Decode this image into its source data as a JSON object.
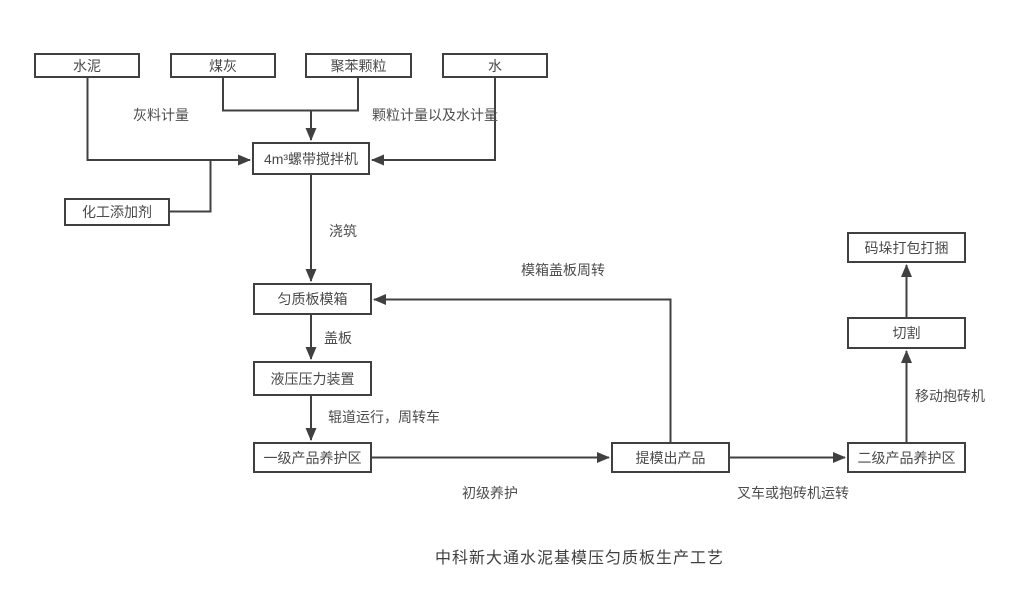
{
  "diagram": {
    "title": "中科新大通水泥基模压匀质板生产工艺",
    "colors": {
      "line": "#404040",
      "text": "#4a4a4a",
      "box_background": "#ffffff"
    },
    "nodes": {
      "cement": {
        "label": "水泥"
      },
      "coal_ash": {
        "label": "煤灰"
      },
      "polystyrene": {
        "label": "聚苯颗粒"
      },
      "water": {
        "label": "水"
      },
      "mixer": {
        "label": "4m³螺带搅拌机"
      },
      "additive": {
        "label": "化工添加剂"
      },
      "mold_box": {
        "label": "匀质板模箱"
      },
      "hydraulic": {
        "label": "液压压力装置"
      },
      "curing1": {
        "label": "一级产品养护区"
      },
      "demold": {
        "label": "提模出产品"
      },
      "curing2": {
        "label": "二级产品养护区"
      },
      "cutting": {
        "label": "切割"
      },
      "palletize": {
        "label": "码垛打包打捆"
      }
    },
    "edge_labels": {
      "ash_metering": "灰料计量",
      "particle_water_metering": "颗粒计量以及水计量",
      "pouring": "浇筑",
      "mold_cover_cycle": "模箱盖板周转",
      "cover_plate": "盖板",
      "roller_transfer": "辊道运行，周转车",
      "primary_curing": "初级养护",
      "forklift_transfer": "叉车或抱砖机运转",
      "mobile_brick_machine": "移动抱砖机"
    }
  }
}
